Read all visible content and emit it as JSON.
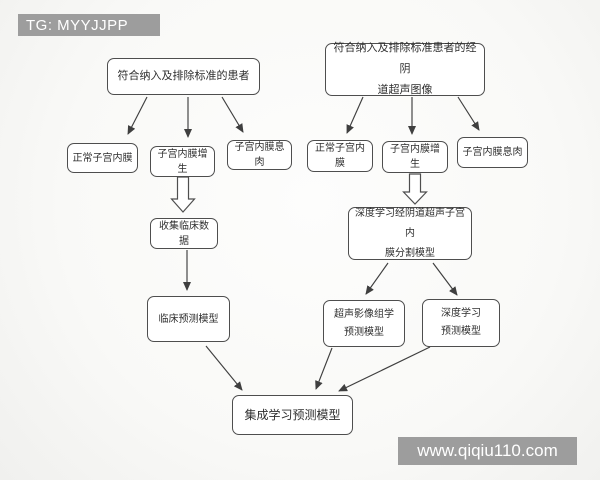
{
  "watermarks": {
    "tg_badge": "TG: MYYJJPP",
    "site_badge": "www.qiqiu110.com"
  },
  "colors": {
    "background": "#fafaf8",
    "badge_bg": "#9d9d9d",
    "badge_text": "#ffffff",
    "node_bg": "#ffffff",
    "node_border": "#4e4e4e",
    "node_text": "#2e2e2e",
    "arrow": "#3f3f3f"
  },
  "diagram": {
    "nodes": {
      "patients": {
        "label": "符合纳入及排除标准的患者"
      },
      "ultrasound_images": {
        "label": "符合纳入及排除标准患者的经阴\n道超声图像"
      },
      "left_normal_endometrium": {
        "label": "正常子宫内膜"
      },
      "left_endometrial_hyperplasia": {
        "label": "子宫内膜增生"
      },
      "left_endometrial_polyp": {
        "label": "子宫内膜息肉"
      },
      "right_normal_endometrium": {
        "label": "正常子宫内膜"
      },
      "right_endometrial_hyperplasia": {
        "label": "子宫内膜增生"
      },
      "right_endometrial_polyp": {
        "label": "子宫内膜息肉"
      },
      "collect_clinical_data": {
        "label": "收集临床数据"
      },
      "segmentation_model": {
        "label": "深度学习经阴道超声子宫内\n膜分割模型"
      },
      "clinical_prediction_model": {
        "label": "临床预测模型"
      },
      "radiomics_prediction_model": {
        "label": "超声影像组学\n预测模型"
      },
      "deep_learning_prediction_model": {
        "label": "深度学习\n预测模型"
      },
      "ensemble_prediction_model": {
        "label": "集成学习预测模型"
      }
    }
  }
}
